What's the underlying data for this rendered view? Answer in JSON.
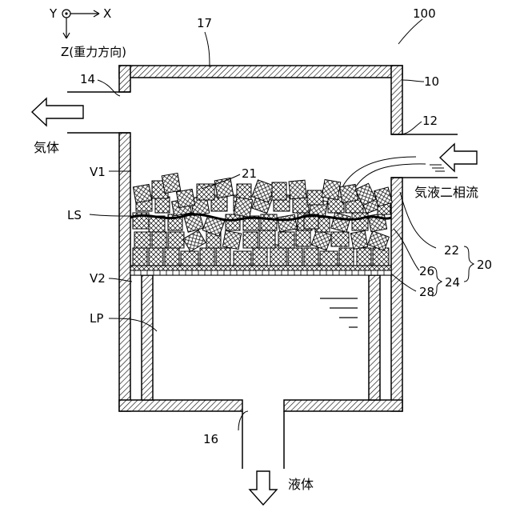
{
  "axes": {
    "y_label": "Y",
    "x_label": "X",
    "z_label": "Z(重力方向)"
  },
  "refs": {
    "figure_no": "100",
    "container": "10",
    "outlet_port": "12",
    "gas_outlet": "14",
    "liquid_outlet": "16",
    "ceiling": "17",
    "packing": "21",
    "filler_layer": "22",
    "mesh": "26",
    "support_plate": "28",
    "support_group": "24",
    "separator_group": "20",
    "v1": "V1",
    "v2": "V2",
    "ls": "LS",
    "lp": "LP"
  },
  "flows": {
    "gas_out": "気体",
    "two_phase_in": "気液二相流",
    "liquid_out": "液体"
  }
}
